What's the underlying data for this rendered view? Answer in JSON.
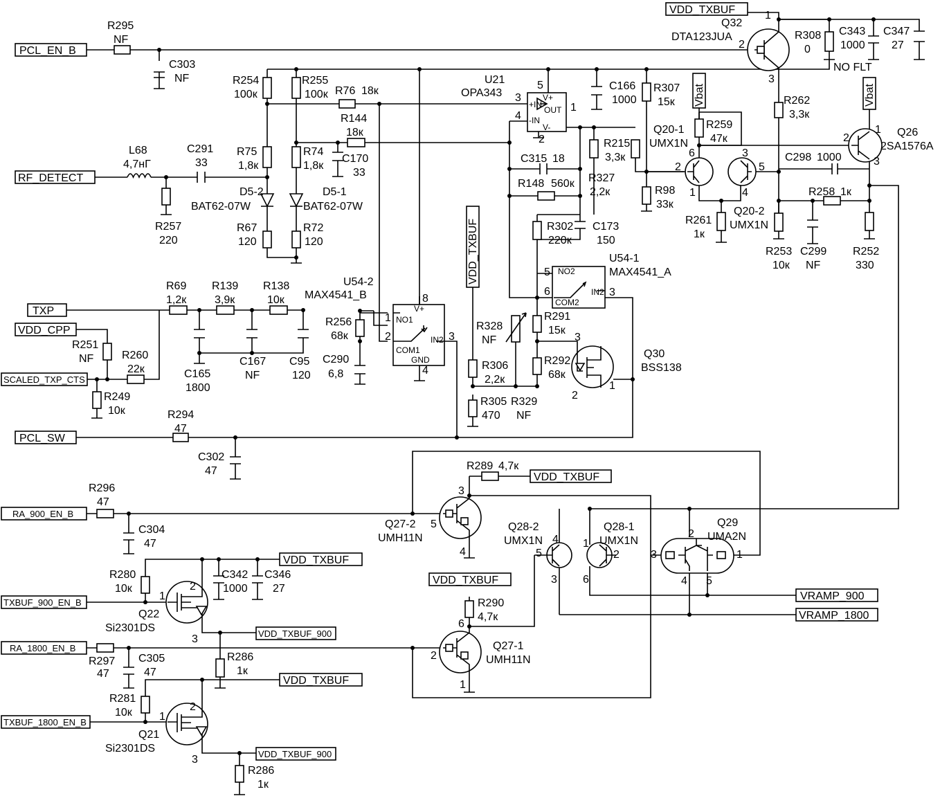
{
  "ports": {
    "vdd_txbuf": "VDD_TXBUF",
    "pcl_en_b": "PCL_EN_B",
    "rf_detect": "RF_DETECT",
    "txp": "TXP",
    "vdd_cpp": "VDD_CPP",
    "scaled_txp": "SCALED_TXP_CTS",
    "pcl_sw": "PCL_SW",
    "ra_900": "RA_900_EN_B",
    "txbuf_900": "TXBUF_900_EN_B",
    "ra_1800": "RA_1800_EN_B",
    "txbuf_1800": "TXBUF_1800_EN_B",
    "vramp_900": "VRAMP_900",
    "vramp_1800": "VRAMP_1800",
    "vbat": "Vbat",
    "vdd_txbuf_900": "VDD_TXBUF_900"
  },
  "parts": {
    "r295": {
      "ref": "R295",
      "val": "NF"
    },
    "c303": {
      "ref": "C303",
      "val": "NF"
    },
    "r254": {
      "ref": "R254",
      "val": "100к"
    },
    "r255": {
      "ref": "R255",
      "val": "100к"
    },
    "r76": {
      "ref": "R76",
      "val": "18к"
    },
    "r144": {
      "ref": "R144",
      "val": "18к"
    },
    "u21": {
      "ref": "U21",
      "val": "OPA343"
    },
    "c166": {
      "ref": "C166",
      "val": "1000"
    },
    "r307": {
      "ref": "R307",
      "val": "15к"
    },
    "q32": {
      "ref": "Q32",
      "val": "DTA123JUA"
    },
    "r308": {
      "ref": "R308",
      "val": "0"
    },
    "c343": {
      "ref": "C343",
      "val": "1000"
    },
    "c347": {
      "ref": "C347",
      "val": "27"
    },
    "no_flt": "NO FLT",
    "r262": {
      "ref": "R262",
      "val": "3,3к"
    },
    "q26": {
      "ref": "Q26",
      "val": "2SA1576A"
    },
    "r259": {
      "ref": "R259",
      "val": "47к"
    },
    "q20_1": {
      "ref": "Q20-1",
      "val": "UMX1N"
    },
    "q20_2": {
      "ref": "Q20-2",
      "val": "UMX1N"
    },
    "r215": {
      "ref": "R215",
      "val": "3,3к"
    },
    "r327": {
      "ref": "R327",
      "val": "2,2к"
    },
    "r98": {
      "ref": "R98",
      "val": "33к"
    },
    "r261": {
      "ref": "R261",
      "val": "1к"
    },
    "c298": {
      "ref": "C298",
      "val": "1000"
    },
    "r258": {
      "ref": "R258",
      "val": "1к"
    },
    "r253": {
      "ref": "R253",
      "val": "10к"
    },
    "c299": {
      "ref": "C299",
      "val": "NF"
    },
    "r252": {
      "ref": "R252",
      "val": "330"
    },
    "c315": {
      "ref": "C315",
      "val": "18"
    },
    "r148": {
      "ref": "R148",
      "val": "560к"
    },
    "r302": {
      "ref": "R302",
      "val": "220к"
    },
    "c173": {
      "ref": "C173",
      "val": "150"
    },
    "l68": {
      "ref": "L68",
      "val": "4,7нГ"
    },
    "c291": {
      "ref": "C291",
      "val": "33"
    },
    "r257": {
      "ref": "R257",
      "val": "220"
    },
    "r75": {
      "ref": "R75",
      "val": "1,8к"
    },
    "r74": {
      "ref": "R74",
      "val": "1,8к"
    },
    "c170": {
      "ref": "C170",
      "val": "33"
    },
    "d5_2": {
      "ref": "D5-2",
      "val": "BAT62-07W"
    },
    "d5_1": {
      "ref": "D5-1",
      "val": "BAT62-07W"
    },
    "r67": {
      "ref": "R67",
      "val": "120"
    },
    "r72": {
      "ref": "R72",
      "val": "120"
    },
    "u54_2": {
      "ref": "U54-2",
      "val": "MAX4541_B"
    },
    "u54_1": {
      "ref": "U54-1",
      "val": "MAX4541_A"
    },
    "r69": {
      "ref": "R69",
      "val": "1,2к"
    },
    "r139": {
      "ref": "R139",
      "val": "3,9к"
    },
    "r138": {
      "ref": "R138",
      "val": "10к"
    },
    "c165": {
      "ref": "C165",
      "val": "1800"
    },
    "c167": {
      "ref": "C167",
      "val": "NF"
    },
    "c95": {
      "ref": "C95",
      "val": "120"
    },
    "r256": {
      "ref": "R256",
      "val": "68к"
    },
    "c290": {
      "ref": "C290",
      "val": "6,8"
    },
    "r251": {
      "ref": "R251",
      "val": "NF"
    },
    "r260": {
      "ref": "R260",
      "val": "22к"
    },
    "r249": {
      "ref": "R249",
      "val": "10к"
    },
    "r328": {
      "ref": "R328",
      "val": "NF"
    },
    "r306": {
      "ref": "R306",
      "val": "2,2к"
    },
    "r305": {
      "ref": "R305",
      "val": "470"
    },
    "r329": {
      "ref": "R329",
      "val": "NF"
    },
    "r291": {
      "ref": "R291",
      "val": "15к"
    },
    "r292": {
      "ref": "R292",
      "val": "68к"
    },
    "q30": {
      "ref": "Q30",
      "val": "BSS138"
    },
    "r294": {
      "ref": "R294",
      "val": "47"
    },
    "c302": {
      "ref": "C302",
      "val": "47"
    },
    "r289": {
      "ref": "R289",
      "val": "4,7к"
    },
    "r296": {
      "ref": "R296",
      "val": "47"
    },
    "c304": {
      "ref": "C304",
      "val": "47"
    },
    "q27_2": {
      "ref": "Q27-2",
      "val": "UMH11N"
    },
    "q28_2": {
      "ref": "Q28-2",
      "val": "UMX1N"
    },
    "q28_1": {
      "ref": "Q28-1",
      "val": "UMX1N"
    },
    "q29": {
      "ref": "Q29",
      "val": "UMA2N"
    },
    "r280": {
      "ref": "R280",
      "val": "10к"
    },
    "c342": {
      "ref": "C342",
      "val": "1000"
    },
    "c346": {
      "ref": "C346",
      "val": "27"
    },
    "q22": {
      "ref": "Q22",
      "val": "Si2301DS"
    },
    "r290": {
      "ref": "R290",
      "val": "4,7к"
    },
    "q27_1": {
      "ref": "Q27-1",
      "val": "UMH11N"
    },
    "r297": {
      "ref": "R297",
      "val": "47"
    },
    "c305": {
      "ref": "C305",
      "val": "47"
    },
    "r286a": {
      "ref": "R286",
      "val": "1к"
    },
    "r281": {
      "ref": "R281",
      "val": "10к"
    },
    "q21": {
      "ref": "Q21",
      "val": "Si2301DS"
    },
    "r286b": {
      "ref": "R286",
      "val": "1к"
    }
  },
  "pins": {
    "plus_in": "+IN",
    "minus_in": "-IN",
    "out": "OUT",
    "vplus": "V+",
    "vminus": "V-",
    "no1": "NO1",
    "no2": "NO2",
    "com1": "COM1",
    "com2": "COM2",
    "in2": "IN2",
    "gnd": "GND",
    "n1": "1",
    "n2": "2",
    "n3": "3",
    "n4": "4",
    "n5": "5",
    "n6": "6",
    "n8": "8"
  }
}
